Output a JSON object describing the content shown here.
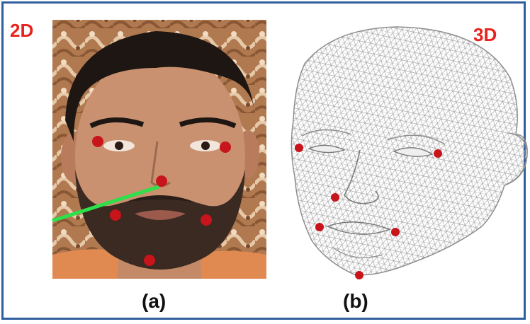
{
  "labels": {
    "left_tag": "2D",
    "right_tag": "3D",
    "caption_a": "(a)",
    "caption_b": "(b)"
  },
  "colors": {
    "tag": "#e8231d",
    "landmark": "#c8141b",
    "pose_line": "#2ee04a",
    "frame": "#2f5f9f",
    "mesh": "#9a9a9a"
  },
  "icons": {
    "photo": "face-photo",
    "mesh": "face-wireframe-mesh"
  }
}
